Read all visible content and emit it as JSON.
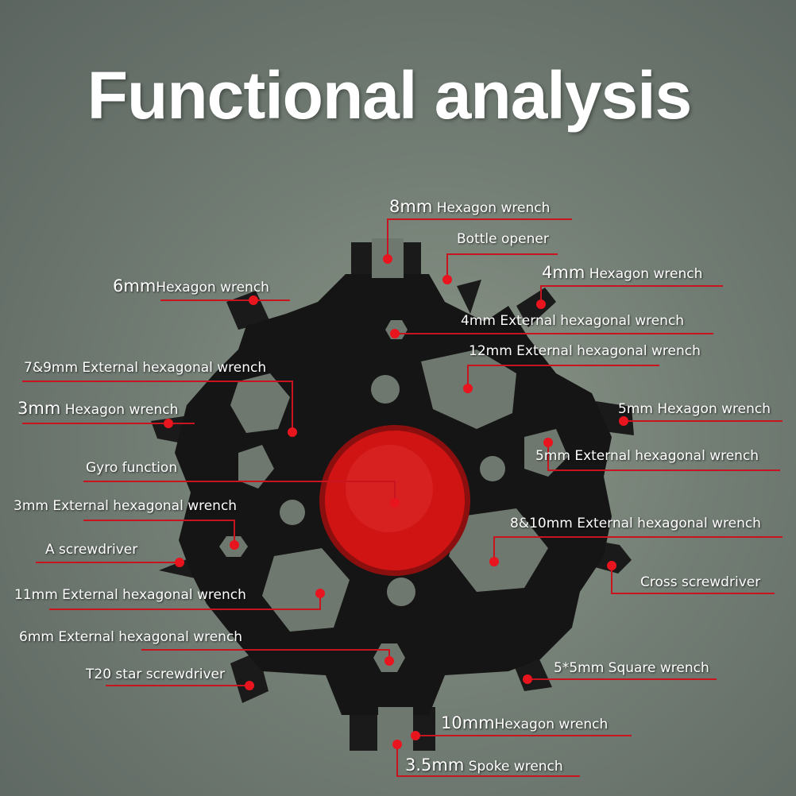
{
  "title": "Functional analysis",
  "colors": {
    "tool": "#141414",
    "hub": "#d01414",
    "marker": "#e8141e",
    "leader": "#c8141e",
    "text": "#ffffff"
  },
  "callouts": [
    {
      "id": "hex-8mm",
      "size": "8mm",
      "text": "Hexagon wrench"
    },
    {
      "id": "bottle-opener",
      "size": "",
      "text": "Bottle opener"
    },
    {
      "id": "hex-6mm",
      "size": "6mm",
      "text": "Hexagon wrench"
    },
    {
      "id": "hex-4mm",
      "size": "4mm",
      "text": "Hexagon wrench"
    },
    {
      "id": "ext-hex-4mm",
      "size": "",
      "text": "4mm External hexagonal wrench"
    },
    {
      "id": "ext-hex-12mm",
      "size": "",
      "text": "12mm External hexagonal wrench"
    },
    {
      "id": "ext-hex-7-9mm",
      "size": "",
      "text": "7&9mm External hexagonal wrench"
    },
    {
      "id": "hex-3mm",
      "size": "3mm",
      "text": "Hexagon wrench"
    },
    {
      "id": "hex-5mm",
      "size": "",
      "text": "5mm Hexagon wrench"
    },
    {
      "id": "ext-hex-5mm",
      "size": "",
      "text": "5mm External hexagonal wrench"
    },
    {
      "id": "gyro",
      "size": "",
      "text": "Gyro function"
    },
    {
      "id": "ext-hex-3mm",
      "size": "",
      "text": "3mm External hexagonal wrench"
    },
    {
      "id": "ext-hex-8-10mm",
      "size": "",
      "text": "8&10mm External hexagonal wrench"
    },
    {
      "id": "screwdriver",
      "size": "",
      "text": "A screwdriver"
    },
    {
      "id": "cross-screwdriver",
      "size": "",
      "text": "Cross screwdriver"
    },
    {
      "id": "ext-hex-11mm",
      "size": "",
      "text": "11mm External hexagonal wrench"
    },
    {
      "id": "ext-hex-6mm",
      "size": "",
      "text": "6mm External hexagonal wrench"
    },
    {
      "id": "square-5x5",
      "size": "",
      "text": "5*5mm Square wrench"
    },
    {
      "id": "t20",
      "size": "",
      "text": "T20 star screwdriver"
    },
    {
      "id": "hex-10mm",
      "size": "10mm",
      "text": "Hexagon wrench"
    },
    {
      "id": "spoke-3-5mm",
      "size": "3.5mm",
      "text": "Spoke wrench"
    }
  ]
}
